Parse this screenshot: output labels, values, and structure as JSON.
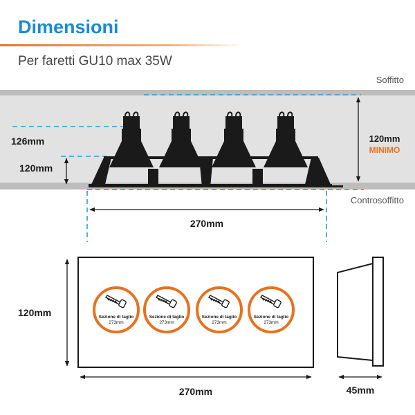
{
  "header": {
    "title": "Dimensioni",
    "subtitle": "Per faretti GU10 max 35W"
  },
  "colors": {
    "title": "#1a8ad4",
    "accent": "#e8711f",
    "dash": "#2f9ad8",
    "ceiling": "#dcdcdc",
    "product": "#1a1a1a"
  },
  "section": {
    "soffitto": "Soffitto",
    "controsoffitto": "Controsoffitto",
    "dim_126": "126mm",
    "dim_120": "120mm",
    "dim_right_value": "120mm",
    "dim_right_note": "MINIMO",
    "dim_width": "270mm"
  },
  "front": {
    "height": "120mm",
    "width": "270mm",
    "depth": "45mm",
    "cut_label": "Sezione di taglio",
    "cut_value": "273mm",
    "cutouts": [
      {
        "icon": "saw-icon"
      },
      {
        "icon": "saw-icon"
      },
      {
        "icon": "saw-icon"
      },
      {
        "icon": "saw-icon"
      }
    ]
  }
}
